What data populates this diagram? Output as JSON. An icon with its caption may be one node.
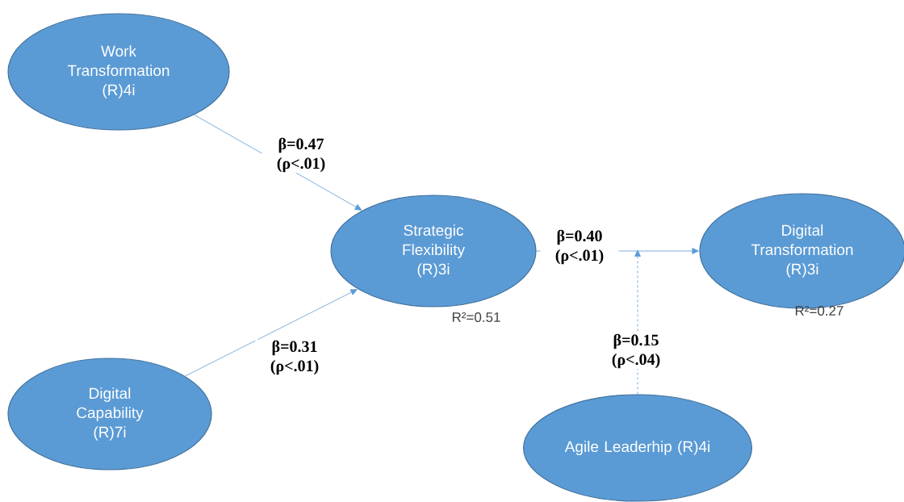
{
  "diagram": {
    "nodes": [
      {
        "text": [
          "Work Transformation (R)4i"
        ]
      },
      {
        "text": [
          "Strategic Flexibility (R)3i"
        ],
        "beside": [
          "R²=0.51"
        ]
      },
      {
        "text": [
          "Digital Transformation (R)3i"
        ],
        "beside": [
          "R²=0.27"
        ]
      },
      {
        "text": [
          "Digital Capability (R)7i"
        ]
      },
      {
        "text": [
          "Agile Leaderhip (R)4i"
        ]
      }
    ],
    "edges": [
      {
        "from": 0,
        "to": 1,
        "arrow": "to",
        "label": "β=0.47 (ρ<.01)"
      },
      {
        "from": 3,
        "to": 1,
        "arrow": "to",
        "label": "β=0.31 (ρ<.01)"
      },
      {
        "from": 1,
        "to": 2,
        "arrow": "to",
        "label": "β=0.40 (ρ<.01)"
      },
      {
        "from": 4,
        "to": null,
        "arrow": "to",
        "label": "β=0.15 (ρ<.04)",
        "style": "dashed"
      }
    ]
  }
}
